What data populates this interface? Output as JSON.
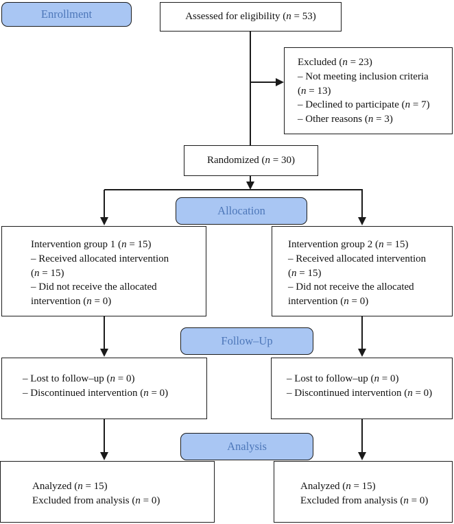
{
  "colors": {
    "canvas_background": "#ffffff",
    "box_background": "#ffffff",
    "stage_fill": "#a9c6f3",
    "stage_text": "#4d77b9",
    "border": "#1a1a1a",
    "line": "#1a1a1a"
  },
  "stages": {
    "enrollment": {
      "label": "Enrollment"
    },
    "allocation": {
      "label": "Allocation"
    },
    "followup": {
      "label": "Follow–Up"
    },
    "analysis": {
      "label": "Analysis"
    }
  },
  "boxes": {
    "assessed": {
      "text": "Assessed for eligibility (n = 53)"
    },
    "excluded": {
      "lines": [
        "Excluded (n = 23)",
        "– Not meeting inclusion criteria",
        "(n = 13)",
        "– Declined to participate (n = 7)",
        "– Other reasons (n = 3)"
      ]
    },
    "randomized": {
      "text": "Randomized (n = 30)"
    },
    "group1": {
      "lines": [
        "Intervention group 1 (n = 15)",
        "– Received allocated intervention",
        "(n = 15)",
        "– Did not receive the allocated",
        "intervention (n = 0)"
      ]
    },
    "group2": {
      "lines": [
        "Intervention group 2 (n = 15)",
        "– Received allocated intervention",
        "(n = 15)",
        "– Did not receive the allocated",
        "intervention (n = 0)"
      ]
    },
    "followup1": {
      "lines": [
        "– Lost to follow–up (n = 0)",
        "– Discontinued intervention (n = 0)"
      ]
    },
    "followup2": {
      "lines": [
        "– Lost to follow–up (n = 0)",
        "– Discontinued intervention (n = 0)"
      ]
    },
    "analysis1": {
      "lines": [
        "Analyzed (n = 15)",
        "Excluded from analysis (n = 0)"
      ]
    },
    "analysis2": {
      "lines": [
        "Analyzed (n = 15)",
        "Excluded from analysis (n = 0)"
      ]
    }
  }
}
